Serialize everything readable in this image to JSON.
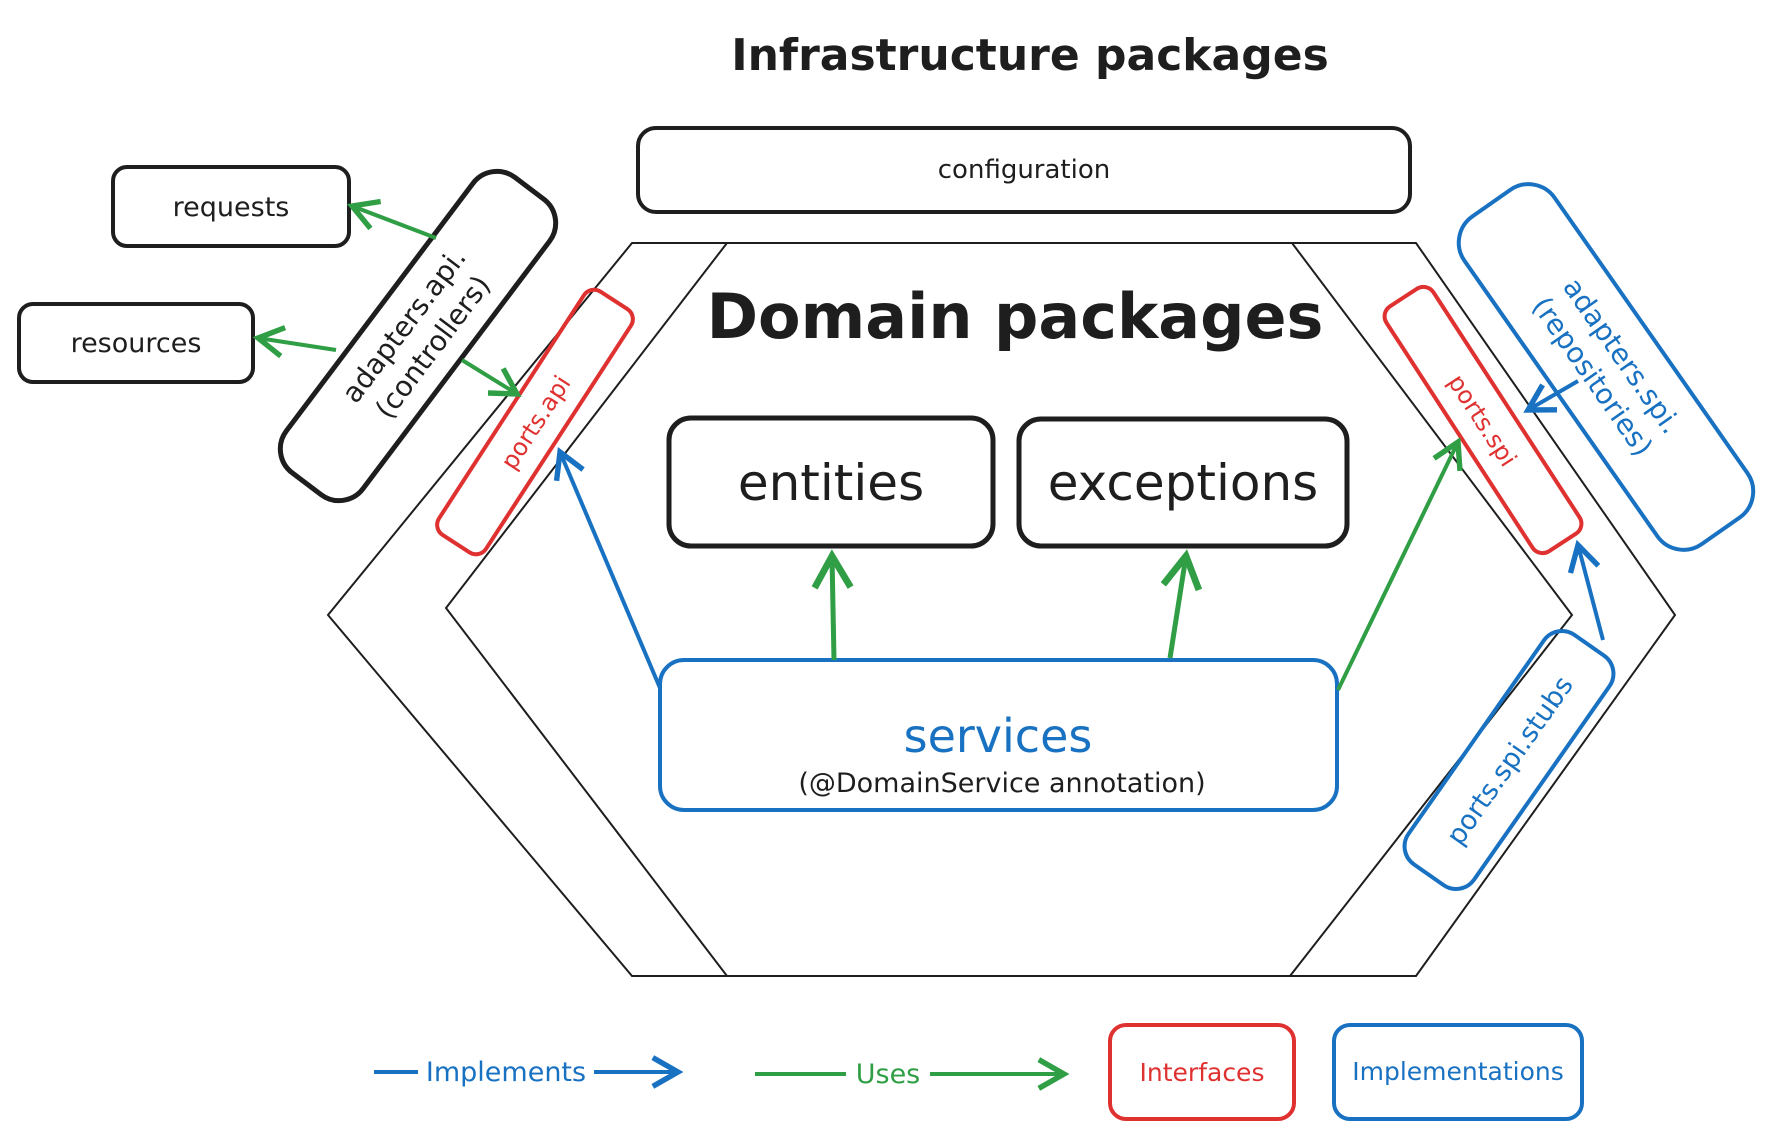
{
  "titles": {
    "infrastructure": "Infrastructure packages",
    "domain": "Domain packages"
  },
  "boxes": {
    "configuration": "configuration",
    "requests": "requests",
    "resources": "resources",
    "adapters_api_line1": "adapters.api.",
    "adapters_api_line2": "(controllers)",
    "ports_api": "ports.api",
    "entities": "entities",
    "exceptions": "exceptions",
    "services": "services",
    "services_note": "(@DomainService annotation)",
    "ports_spi": "ports.spi",
    "adapters_spi_line1": "adapters.spi.",
    "adapters_spi_line2": "(repositories)",
    "ports_spi_stubs": "ports.spi.stubs"
  },
  "legend": {
    "implements": "Implements",
    "uses": "Uses",
    "interfaces": "Interfaces",
    "implementations": "Implementations"
  },
  "colors": {
    "black": "#1e1e1e",
    "blue": "#1971c2",
    "green": "#2f9e44",
    "red": "#e03131"
  }
}
